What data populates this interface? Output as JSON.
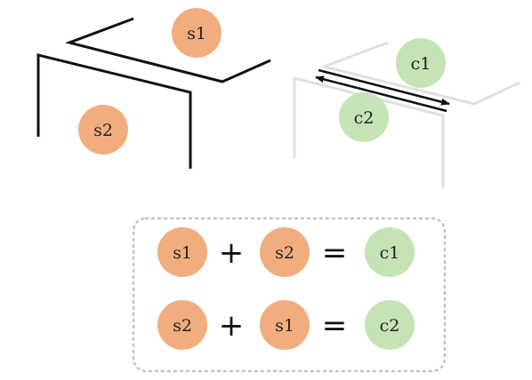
{
  "colors": {
    "orange": "#f2ad7f",
    "green": "#c6e3b5",
    "dark_line": "#111111",
    "light_line": "#e0e0e0",
    "box_border": "#c4c4c4"
  },
  "top_left": {
    "node_s1": "s1",
    "node_s2": "s2"
  },
  "top_right": {
    "node_c1": "c1",
    "node_c2": "c2"
  },
  "equations": [
    {
      "left": "s1",
      "plus": "+",
      "right": "s2",
      "equals": "=",
      "result": "c1"
    },
    {
      "left": "s2",
      "plus": "+",
      "right": "s1",
      "equals": "=",
      "result": "c2"
    }
  ]
}
